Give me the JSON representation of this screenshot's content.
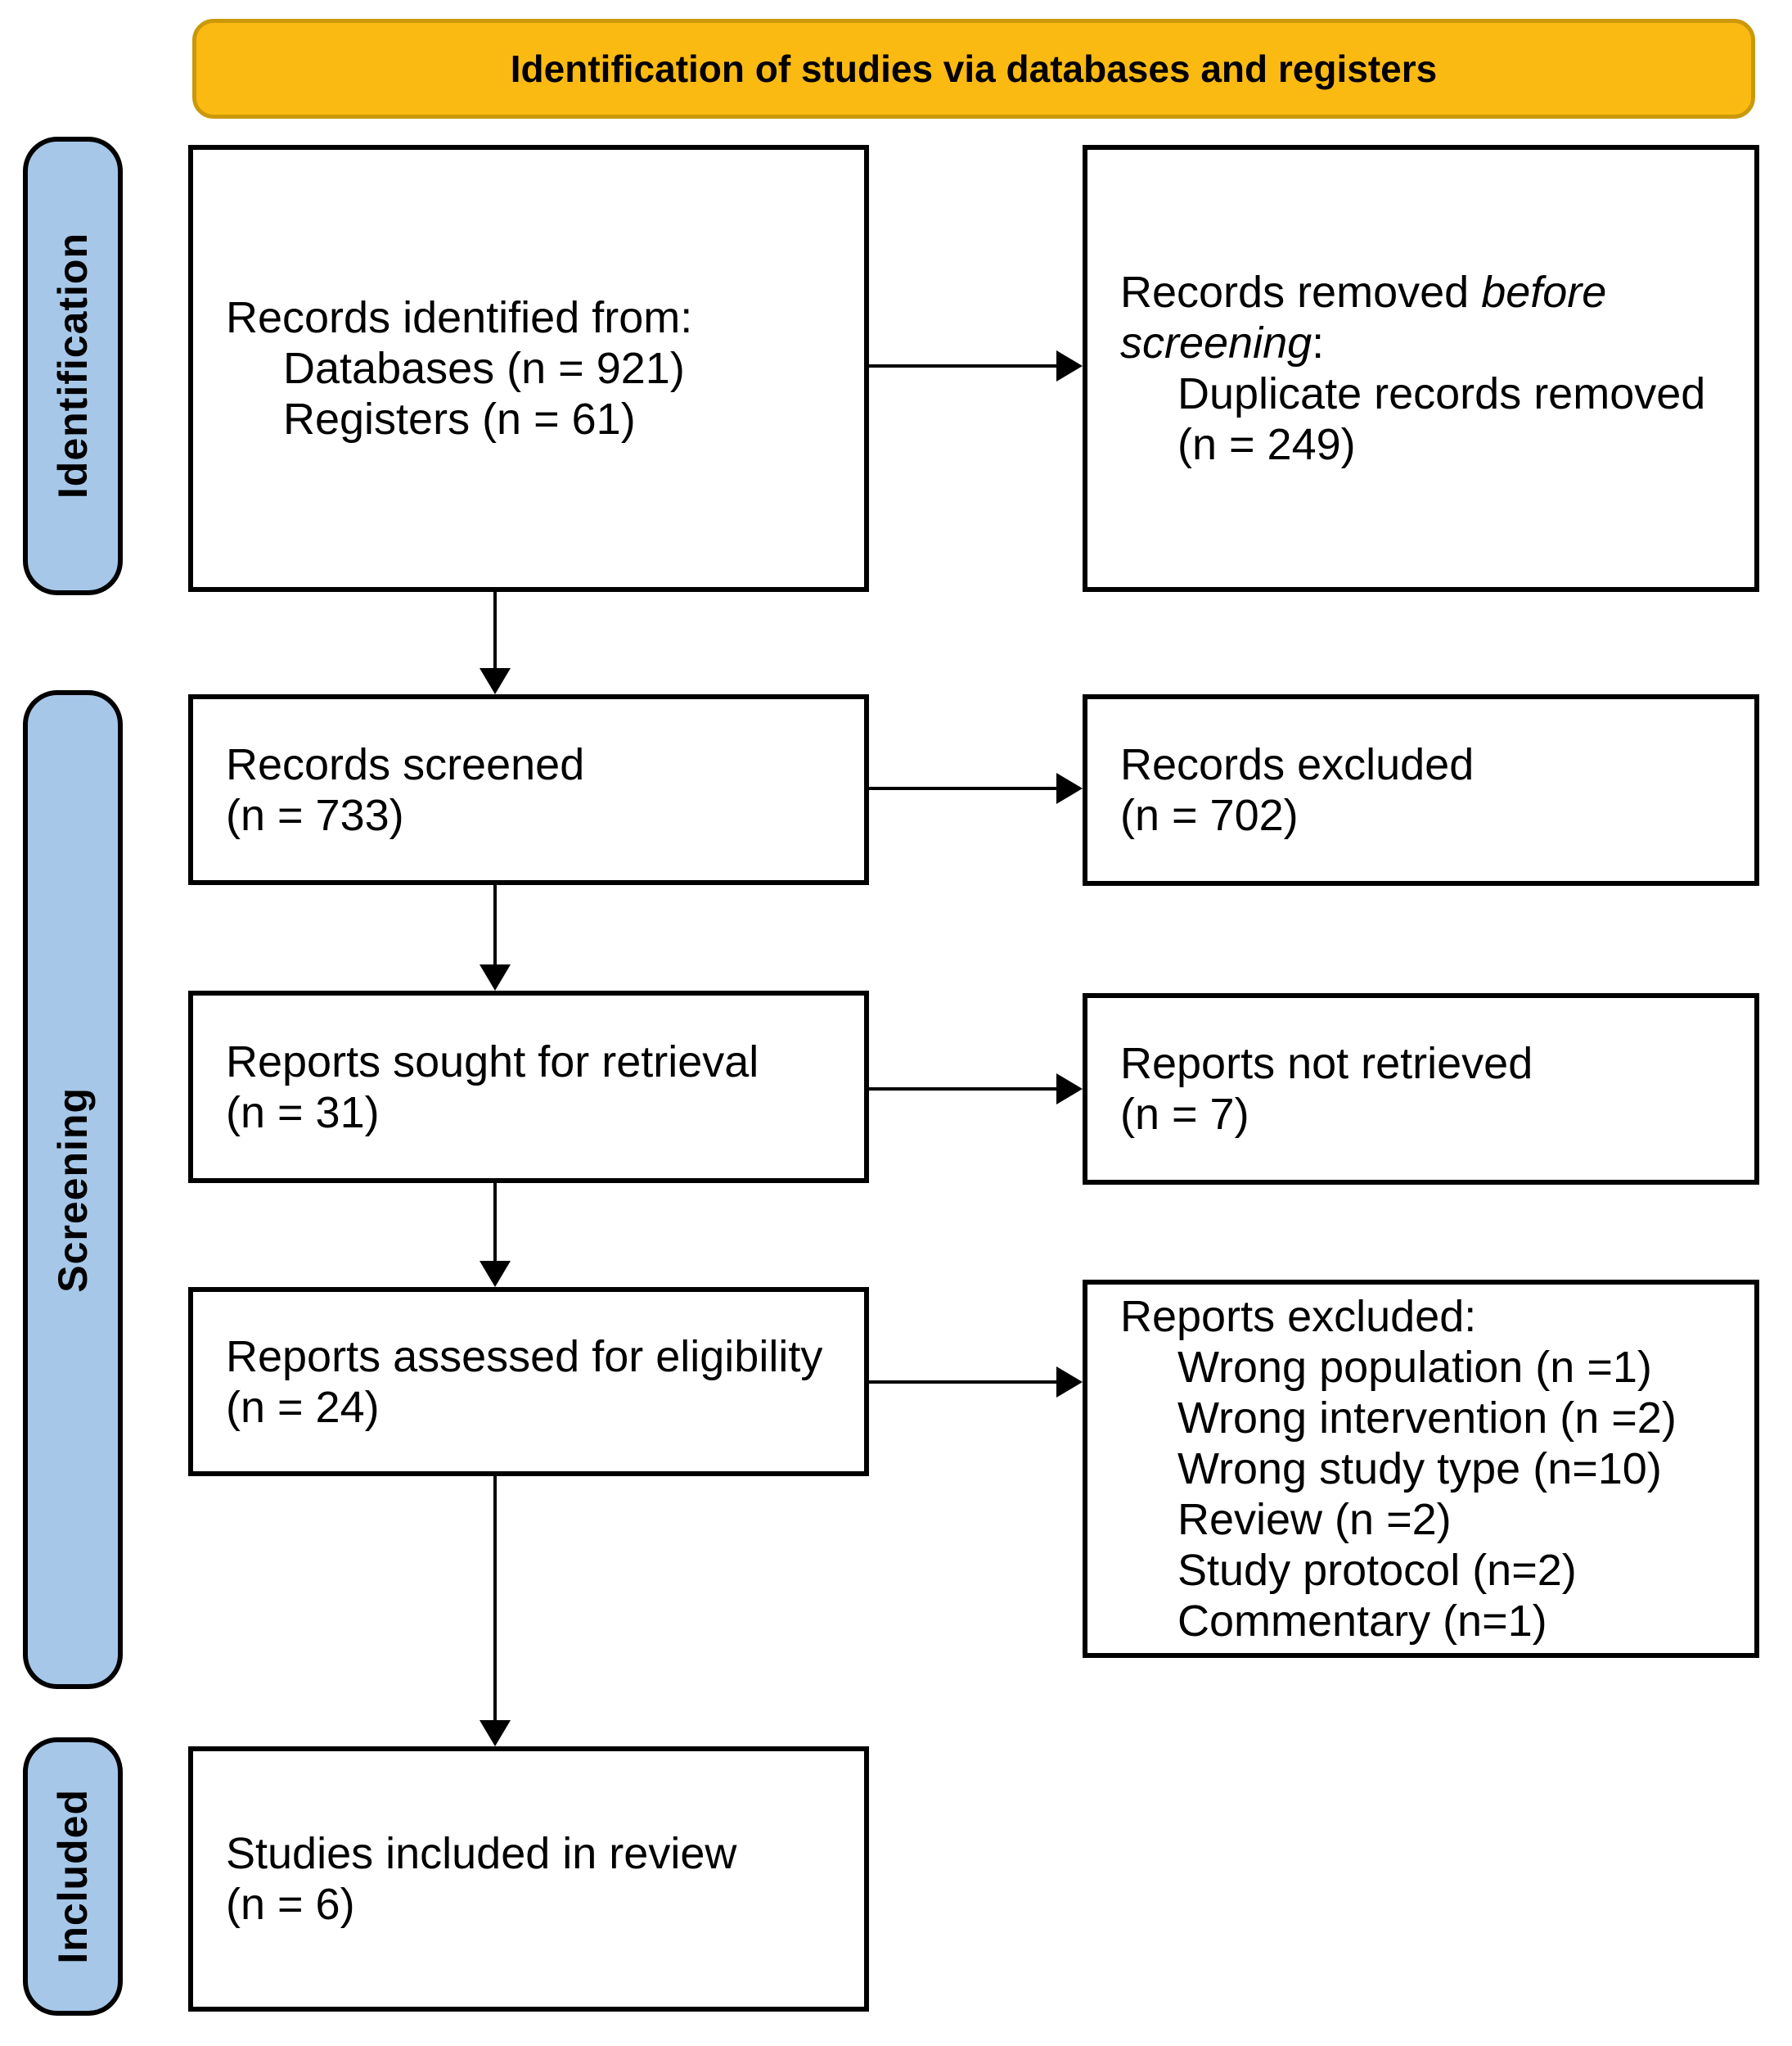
{
  "colors": {
    "banner_fill": "#FBBA12",
    "banner_border": "#CA990A",
    "stage_fill": "#A6C7E8",
    "box_border": "#000000",
    "text": "#000000",
    "background": "#FFFFFF"
  },
  "banner": {
    "title": "Identification of studies via databases and registers"
  },
  "stages": {
    "identification": "Identification",
    "screening": "Screening",
    "included": "Included"
  },
  "boxes": {
    "records_identified": {
      "lines": [
        {
          "indent": 0,
          "parts": [
            {
              "text": "Records identified from:"
            }
          ]
        },
        {
          "indent": 1,
          "parts": [
            {
              "text": "Databases (n = 921)"
            }
          ]
        },
        {
          "indent": 1,
          "parts": [
            {
              "text": "Registers (n = 61)"
            }
          ]
        }
      ]
    },
    "records_removed": {
      "lines": [
        {
          "indent": 0,
          "parts": [
            {
              "text": "Records removed "
            },
            {
              "text": "before",
              "italic": true
            }
          ]
        },
        {
          "indent": 0,
          "parts": [
            {
              "text": "screening",
              "italic": true
            },
            {
              "text": ":"
            }
          ]
        },
        {
          "indent": 1,
          "parts": [
            {
              "text": "Duplicate records removed"
            }
          ]
        },
        {
          "indent": 1,
          "parts": [
            {
              "text": "(n = 249)"
            }
          ]
        }
      ]
    },
    "records_screened": {
      "lines": [
        {
          "indent": 0,
          "parts": [
            {
              "text": "Records screened"
            }
          ]
        },
        {
          "indent": 0,
          "parts": [
            {
              "text": "(n = 733)"
            }
          ]
        }
      ]
    },
    "records_excluded": {
      "lines": [
        {
          "indent": 0,
          "parts": [
            {
              "text": "Records excluded"
            }
          ]
        },
        {
          "indent": 0,
          "parts": [
            {
              "text": "(n = 702)"
            }
          ]
        }
      ]
    },
    "reports_sought": {
      "lines": [
        {
          "indent": 0,
          "parts": [
            {
              "text": "Reports sought for retrieval"
            }
          ]
        },
        {
          "indent": 0,
          "parts": [
            {
              "text": "(n = 31)"
            }
          ]
        }
      ]
    },
    "reports_not_retrieved": {
      "lines": [
        {
          "indent": 0,
          "parts": [
            {
              "text": "Reports not retrieved"
            }
          ]
        },
        {
          "indent": 0,
          "parts": [
            {
              "text": "(n = 7)"
            }
          ]
        }
      ]
    },
    "reports_assessed": {
      "lines": [
        {
          "indent": 0,
          "parts": [
            {
              "text": "Reports assessed for eligibility"
            }
          ]
        },
        {
          "indent": 0,
          "parts": [
            {
              "text": "(n = 24)"
            }
          ]
        }
      ]
    },
    "reports_excluded": {
      "lines": [
        {
          "indent": 0,
          "parts": [
            {
              "text": "Reports excluded:"
            }
          ]
        },
        {
          "indent": 1,
          "parts": [
            {
              "text": "Wrong population (n =1)"
            }
          ]
        },
        {
          "indent": 1,
          "parts": [
            {
              "text": "Wrong intervention (n =2)"
            }
          ]
        },
        {
          "indent": 1,
          "parts": [
            {
              "text": "Wrong study type (n=10)"
            }
          ]
        },
        {
          "indent": 1,
          "parts": [
            {
              "text": "Review (n =2)"
            }
          ]
        },
        {
          "indent": 1,
          "parts": [
            {
              "text": "Study protocol (n=2)"
            }
          ]
        },
        {
          "indent": 1,
          "parts": [
            {
              "text": "Commentary (n=1)"
            }
          ]
        }
      ]
    },
    "studies_included": {
      "lines": [
        {
          "indent": 0,
          "parts": [
            {
              "text": "Studies included in review"
            }
          ]
        },
        {
          "indent": 0,
          "parts": [
            {
              "text": "(n = 6)"
            }
          ]
        }
      ]
    }
  }
}
